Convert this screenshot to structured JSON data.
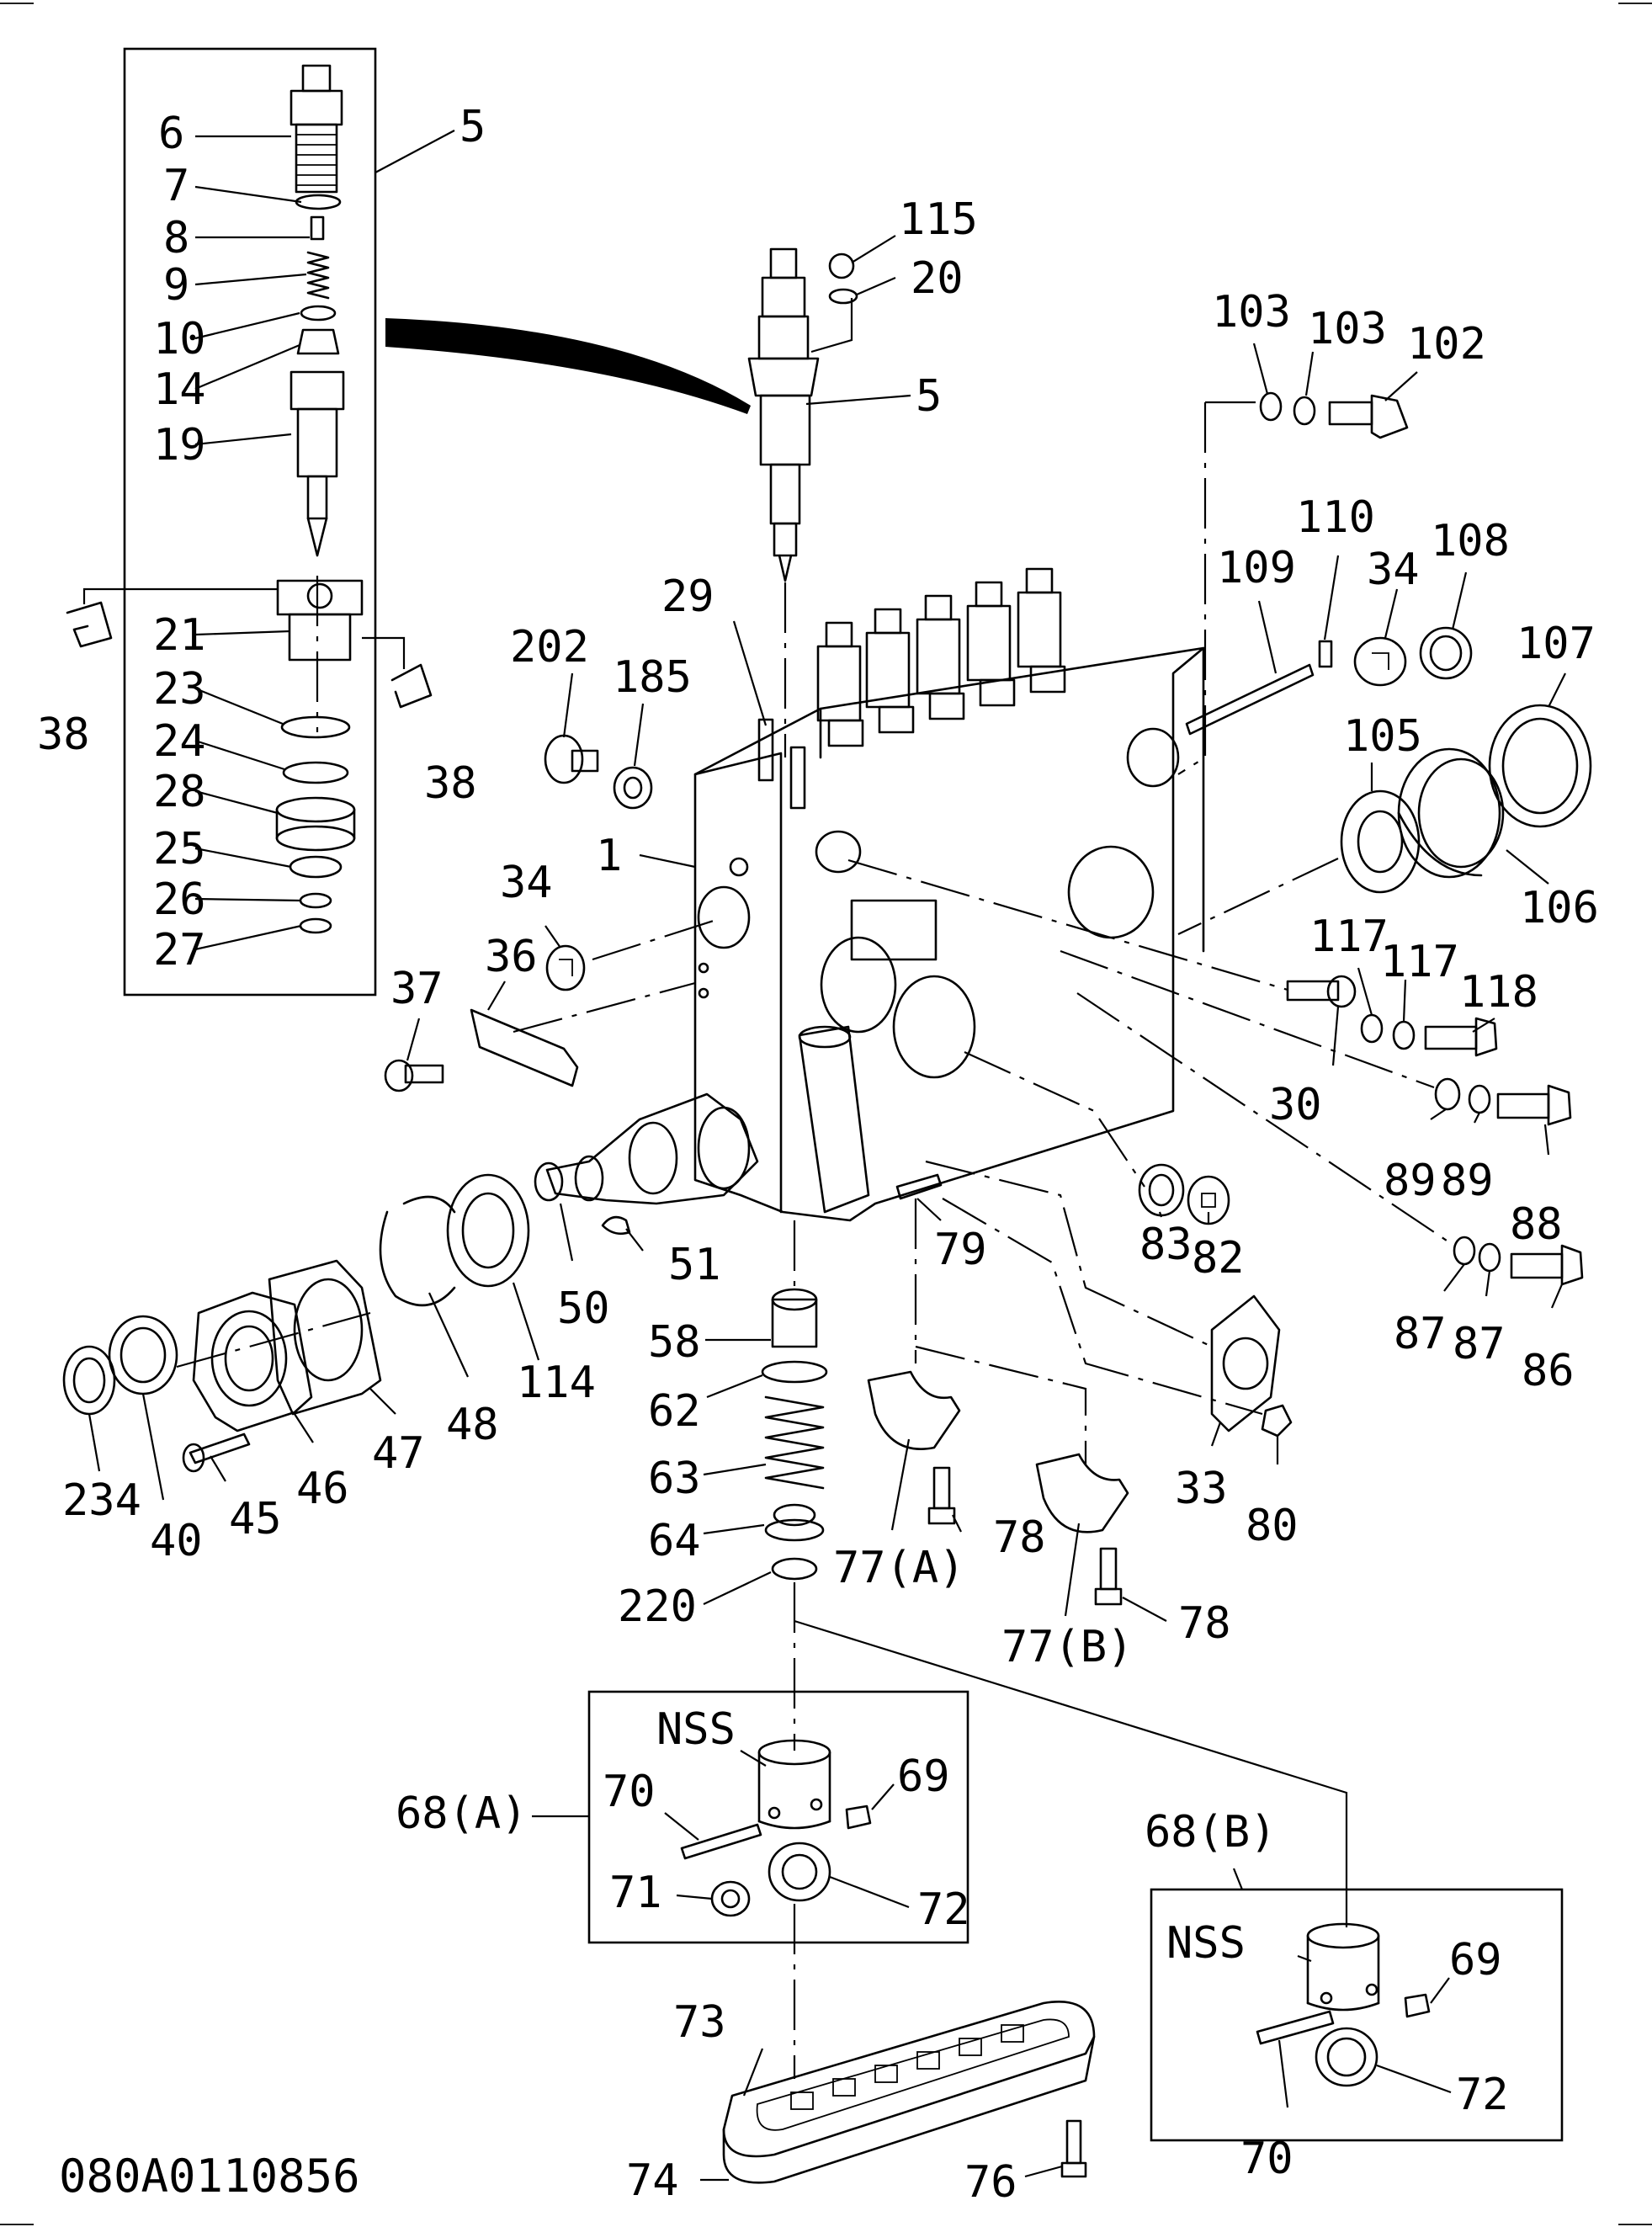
{
  "drawing_number": "080A0110856",
  "callouts": [
    {
      "id": "c6",
      "text": "6"
    },
    {
      "id": "c5a",
      "text": "5"
    },
    {
      "id": "c7",
      "text": "7"
    },
    {
      "id": "c8",
      "text": "8"
    },
    {
      "id": "c9",
      "text": "9"
    },
    {
      "id": "c10",
      "text": "10"
    },
    {
      "id": "c14",
      "text": "14"
    },
    {
      "id": "c19",
      "text": "19"
    },
    {
      "id": "c21",
      "text": "21"
    },
    {
      "id": "c23",
      "text": "23"
    },
    {
      "id": "c24",
      "text": "24"
    },
    {
      "id": "c28",
      "text": "28"
    },
    {
      "id": "c25",
      "text": "25"
    },
    {
      "id": "c26",
      "text": "26"
    },
    {
      "id": "c27",
      "text": "27"
    },
    {
      "id": "c38a",
      "text": "38"
    },
    {
      "id": "c38b",
      "text": "38"
    },
    {
      "id": "c115",
      "text": "115"
    },
    {
      "id": "c20",
      "text": "20"
    },
    {
      "id": "c5b",
      "text": "5"
    },
    {
      "id": "c103a",
      "text": "103"
    },
    {
      "id": "c103b",
      "text": "103"
    },
    {
      "id": "c102",
      "text": "102"
    },
    {
      "id": "c110",
      "text": "110"
    },
    {
      "id": "c109",
      "text": "109"
    },
    {
      "id": "c34a",
      "text": "34"
    },
    {
      "id": "c108",
      "text": "108"
    },
    {
      "id": "c107",
      "text": "107"
    },
    {
      "id": "c29",
      "text": "29"
    },
    {
      "id": "c202",
      "text": "202"
    },
    {
      "id": "c185",
      "text": "185"
    },
    {
      "id": "c105",
      "text": "105"
    },
    {
      "id": "c106",
      "text": "106"
    },
    {
      "id": "c1",
      "text": "1"
    },
    {
      "id": "c34b",
      "text": "34"
    },
    {
      "id": "c36",
      "text": "36"
    },
    {
      "id": "c37",
      "text": "37"
    },
    {
      "id": "c117a",
      "text": "117"
    },
    {
      "id": "c117b",
      "text": "117"
    },
    {
      "id": "c118",
      "text": "118"
    },
    {
      "id": "c30",
      "text": "30"
    },
    {
      "id": "c89a",
      "text": "89"
    },
    {
      "id": "c89b",
      "text": "89"
    },
    {
      "id": "c88",
      "text": "88"
    },
    {
      "id": "c83",
      "text": "83"
    },
    {
      "id": "c82",
      "text": "82"
    },
    {
      "id": "c79",
      "text": "79"
    },
    {
      "id": "c51",
      "text": "51"
    },
    {
      "id": "c50",
      "text": "50"
    },
    {
      "id": "c87a",
      "text": "87"
    },
    {
      "id": "c87b",
      "text": "87"
    },
    {
      "id": "c86",
      "text": "86"
    },
    {
      "id": "c58",
      "text": "58"
    },
    {
      "id": "c62",
      "text": "62"
    },
    {
      "id": "c114",
      "text": "114"
    },
    {
      "id": "c48",
      "text": "48"
    },
    {
      "id": "c47",
      "text": "47"
    },
    {
      "id": "c46",
      "text": "46"
    },
    {
      "id": "c45",
      "text": "45"
    },
    {
      "id": "c234",
      "text": "234"
    },
    {
      "id": "c40",
      "text": "40"
    },
    {
      "id": "c63",
      "text": "63"
    },
    {
      "id": "c33",
      "text": "33"
    },
    {
      "id": "c80",
      "text": "80"
    },
    {
      "id": "c64",
      "text": "64"
    },
    {
      "id": "c77a",
      "text": "77(A)"
    },
    {
      "id": "c78a",
      "text": "78"
    },
    {
      "id": "c220",
      "text": "220"
    },
    {
      "id": "c77b",
      "text": "77(B)"
    },
    {
      "id": "c78b",
      "text": "78"
    },
    {
      "id": "cnss1",
      "text": "NSS"
    },
    {
      "id": "c69a",
      "text": "69"
    },
    {
      "id": "c68a",
      "text": "68(A)"
    },
    {
      "id": "c70a",
      "text": "70"
    },
    {
      "id": "c71",
      "text": "71"
    },
    {
      "id": "c72a",
      "text": "72"
    },
    {
      "id": "c68b",
      "text": "68(B)"
    },
    {
      "id": "cnss2",
      "text": "NSS"
    },
    {
      "id": "c69b",
      "text": "69"
    },
    {
      "id": "c73",
      "text": "73"
    },
    {
      "id": "c70b",
      "text": "70"
    },
    {
      "id": "c72b",
      "text": "72"
    },
    {
      "id": "c74",
      "text": "74"
    },
    {
      "id": "c76",
      "text": "76"
    }
  ]
}
